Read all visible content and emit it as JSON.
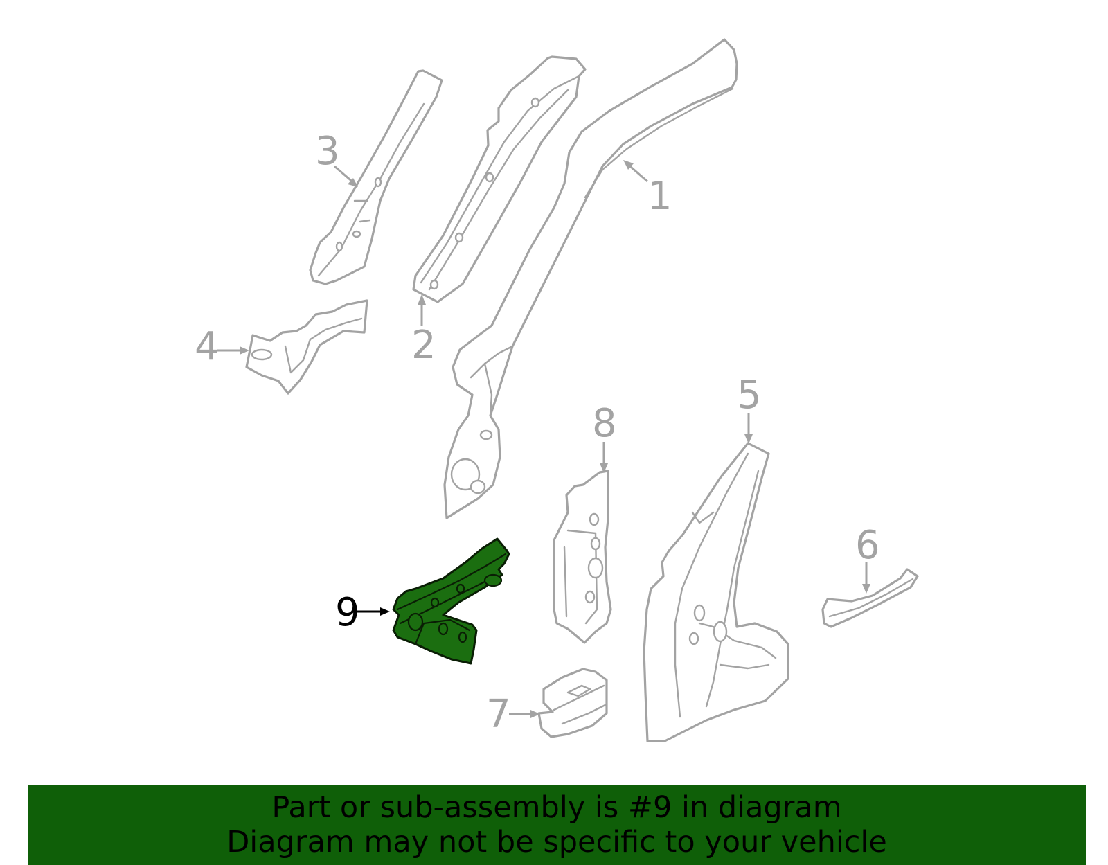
{
  "diagram": {
    "callouts": [
      "1",
      "2",
      "3",
      "4",
      "5",
      "6",
      "7",
      "8",
      "9"
    ],
    "highlighted_callout": "9",
    "colors": {
      "part_outline": "#a3a3a3",
      "highlight_fill": "#1b6e10",
      "banner_background": "#0f5f08",
      "text": "#000000"
    }
  },
  "banner": {
    "line1": "Part or sub-assembly is #9 in diagram",
    "line2": "Diagram may not be specific to your vehicle"
  }
}
